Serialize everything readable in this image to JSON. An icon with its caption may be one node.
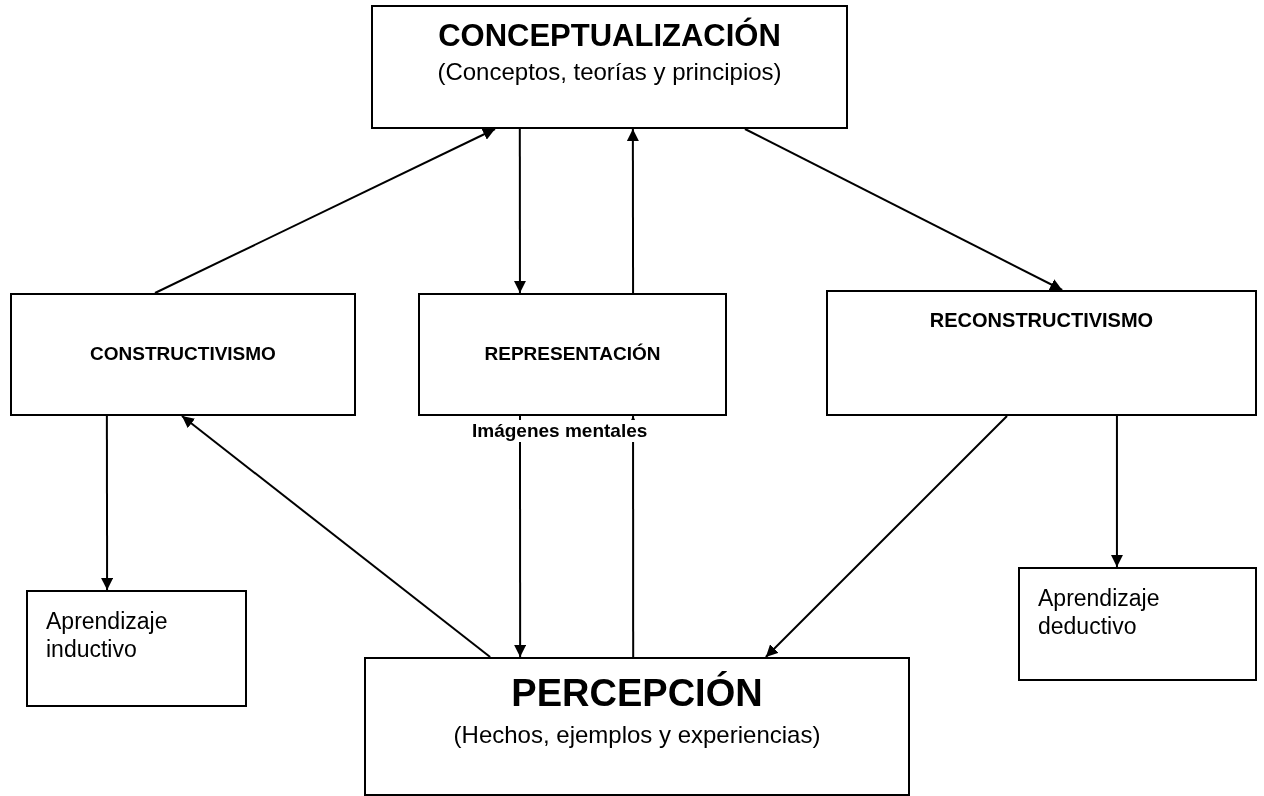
{
  "diagram": {
    "nodes": [
      {
        "text": [
          "CONCEPTUALIZACIÓN",
          "(Conceptos, teorías y principios)"
        ]
      },
      {
        "text": [
          "CONSTRUCTIVISMO"
        ]
      },
      {
        "text": [
          "REPRESENTACIÓN"
        ]
      },
      {
        "text": [
          "RECONSTRUCTIVISMO"
        ]
      },
      {
        "text": [
          "Aprendizaje inductivo"
        ]
      },
      {
        "text": [
          "PERCEPCIÓN",
          "(Hechos, ejemplos y experiencias)"
        ]
      },
      {
        "text": [
          "Aprendizaje deductivo"
        ]
      }
    ],
    "edges": [
      {
        "from": 1,
        "to": 0,
        "arrow": "to"
      },
      {
        "from": 0,
        "to": 2,
        "arrow": "to"
      },
      {
        "from": 2,
        "to": 0,
        "arrow": "to"
      },
      {
        "from": 0,
        "to": 3,
        "arrow": "to"
      },
      {
        "from": 5,
        "to": 1,
        "arrow": "to"
      },
      {
        "from": 2,
        "to": 5,
        "arrow": "to"
      },
      {
        "from": 5,
        "to": 2,
        "arrow": "to"
      },
      {
        "from": 3,
        "to": 5,
        "arrow": "to"
      },
      {
        "from": 1,
        "to": 4,
        "arrow": "to"
      },
      {
        "from": 3,
        "to": 6,
        "arrow": "to"
      }
    ],
    "labels": [
      "Imágenes mentales"
    ]
  }
}
